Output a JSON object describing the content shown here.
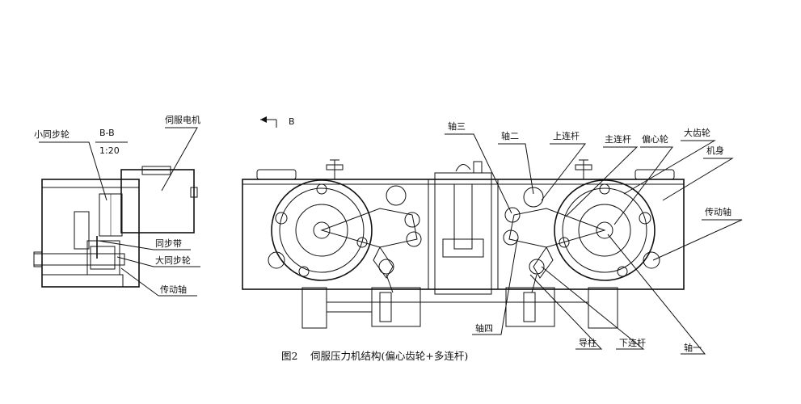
{
  "section": {
    "view_label": "B-B",
    "scale": "1:20",
    "arrow_label": "B"
  },
  "labels_left": {
    "small_sync_wheel": "小同步轮",
    "servo_motor": "伺服电机",
    "sync_belt": "同步带",
    "large_sync_wheel": "大同步轮",
    "drive_shaft": "传动轴"
  },
  "labels_main": {
    "shaft_three": "轴三",
    "shaft_two": "轴二",
    "upper_link": "上连杆",
    "main_link": "主连杆",
    "eccentric_wheel": "偏心轮",
    "large_gear": "大齿轮",
    "machine_body": "机身",
    "drive_shaft": "传动轴",
    "shaft_four": "轴四",
    "guide_pillar": "导柱",
    "lower_link": "下连杆",
    "shaft_one": "轴一"
  },
  "caption": {
    "fig_no": "图2",
    "text": "伺服压力机结构(偏心齿轮+多连杆)"
  }
}
